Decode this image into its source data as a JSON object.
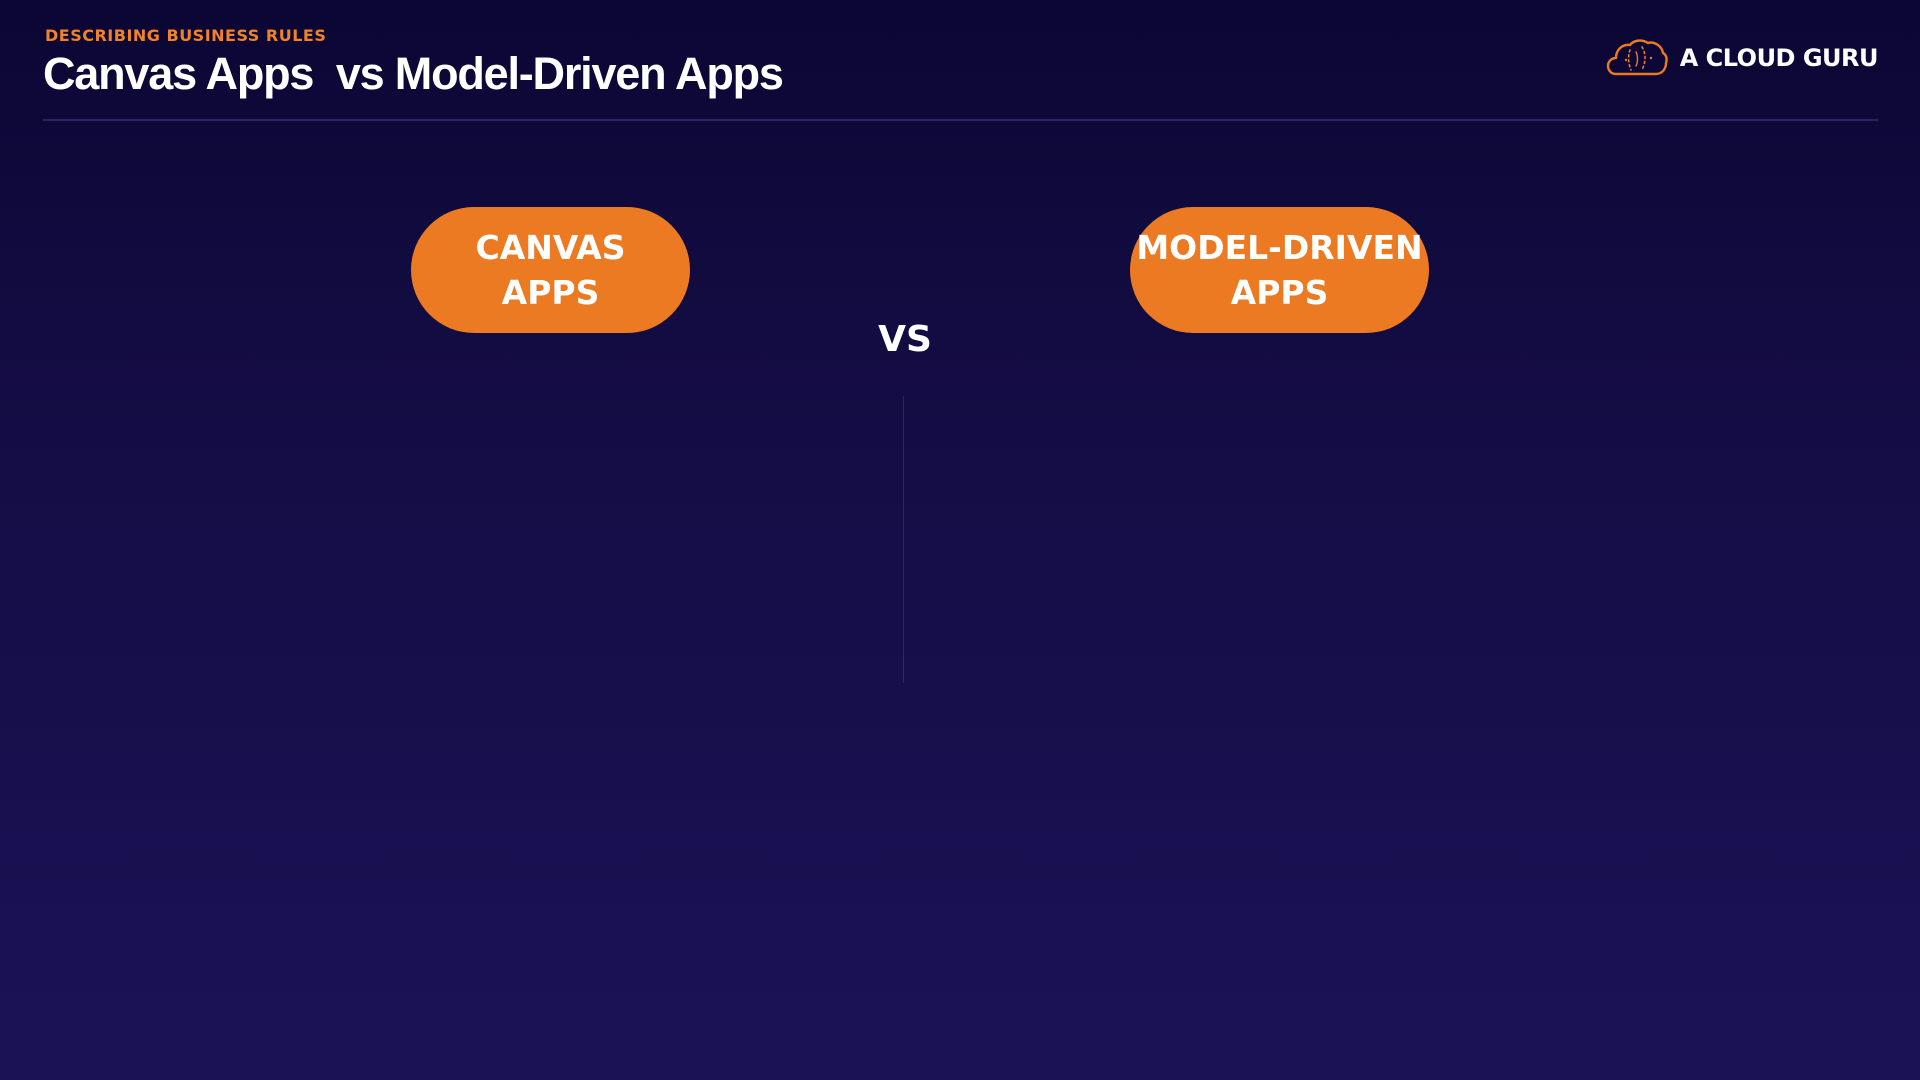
{
  "header": {
    "eyebrow": "DESCRIBING BUSINESS RULES",
    "title": "Canvas Apps  vs Model-Driven Apps"
  },
  "brand": {
    "name": "A CLOUD GURU",
    "icon": "cloud-logo-icon"
  },
  "comparison": {
    "left": {
      "line1": "CANVAS",
      "line2": "APPS"
    },
    "separator": "VS",
    "right": {
      "line1": "MODEL-DRIVEN",
      "line2": "APPS"
    }
  },
  "colors": {
    "accent": "#eb7a22",
    "background_top": "#0b0633",
    "background_bottom": "#1b1256",
    "text": "#ffffff"
  }
}
